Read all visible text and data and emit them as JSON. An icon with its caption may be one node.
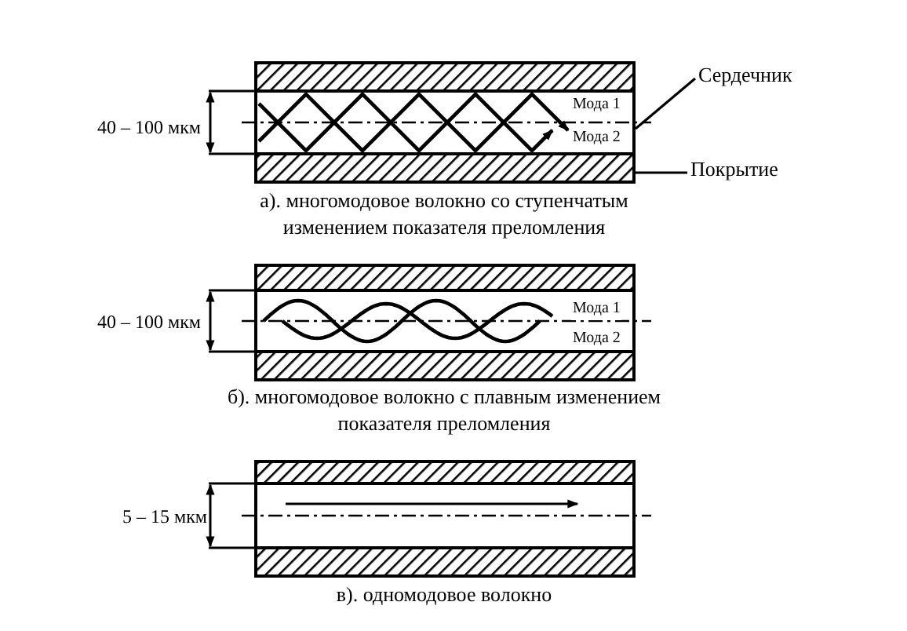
{
  "diagram": {
    "nodes": [
      {
        "text": [
          "Сердечник"
        ]
      },
      {
        "text": [
          "Покрытие"
        ]
      }
    ],
    "edges": [
      {
        "from": 0,
        "to": null,
        "arrow": "none"
      },
      {
        "from": 1,
        "to": null,
        "arrow": "none"
      }
    ],
    "labels": [
      "40 – 100 мкм",
      "Мода 1",
      "Мода 2",
      "а). многомодовое волокно со ступенчатым изменением показателя преломления",
      "40 – 100 мкм",
      "Мода 1",
      "Мода 2",
      "б). многомодовое волокно с плавным изменением показателя преломления",
      "5 – 15 мкм",
      "в). одномодовое волокно"
    ]
  }
}
